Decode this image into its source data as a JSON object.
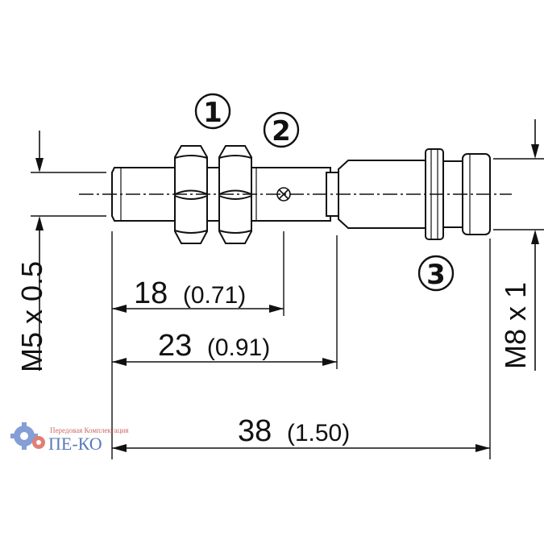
{
  "labels": {
    "callout_1": "1",
    "callout_2": "2",
    "callout_3": "3",
    "dim_18": "18",
    "dim_18_in": "(0.71)",
    "dim_23": "23",
    "dim_23_in": "(0.91)",
    "dim_38": "38",
    "dim_38_in": "(1.50)",
    "thread_left": "M5 x 0.5",
    "thread_right": "M8 x 1"
  },
  "watermark": {
    "small_text": "Передовая Комплектация",
    "big_text": "ПЕ-КО"
  },
  "colors": {
    "line": "#111111",
    "watermark_red": "#c0504d",
    "watermark_blue": "#3f63b0"
  }
}
